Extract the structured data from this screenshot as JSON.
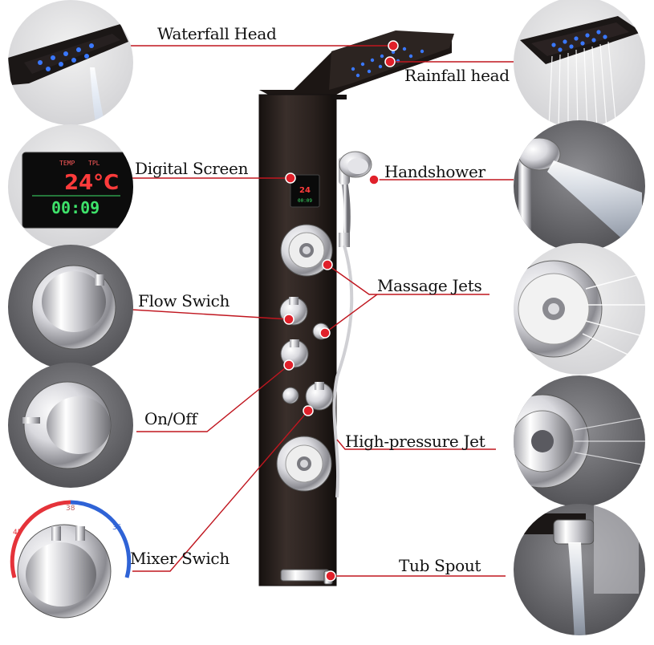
{
  "colors": {
    "panel": "#2a211e",
    "panel_edge": "#141010",
    "marker": "#e0202a",
    "leader": "#c0161f",
    "chrome_light": "#f4f4f6",
    "chrome_dark": "#6d6d72",
    "led_blue": "#3a78ff",
    "lcd_red": "#ff3b3b",
    "lcd_green": "#3ee26a",
    "dial_hot": "#e5333a",
    "dial_cold": "#2f63d6"
  },
  "labels": {
    "waterfall_head": "Waterfall Head",
    "rainfall_head": "Rainfall head",
    "digital_screen": "Digital Screen",
    "handshower": "Handshower",
    "flow_switch": "Flow Swich",
    "massage_jets": "Massage Jets",
    "on_off": "On/Off",
    "high_pressure_jet": "High-pressure Jet",
    "mixer_switch": "Mixer Swich",
    "tub_spout": "Tub Spout"
  },
  "screen": {
    "top_left": "TEMP",
    "top_right": "TPL",
    "temperature": "24°C",
    "bottom": "00:09"
  },
  "dial_marks": {
    "left": "45",
    "top": "38",
    "right": "35"
  }
}
